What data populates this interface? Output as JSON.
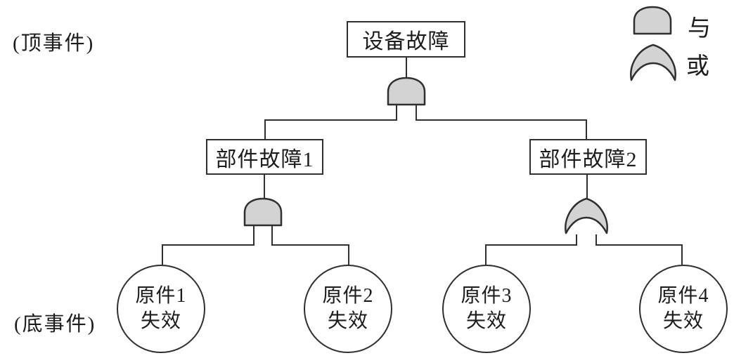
{
  "labels": {
    "top_event": "(顶事件)",
    "bottom_event": "(底事件)"
  },
  "tree": {
    "top_node": {
      "label": "设备故障",
      "gate": "and"
    },
    "mid_nodes": [
      {
        "label": "部件故障1",
        "gate": "and"
      },
      {
        "label": "部件故障2",
        "gate": "or"
      }
    ],
    "basic_events": [
      {
        "line1": "原件1",
        "line2": "失效"
      },
      {
        "line1": "原件2",
        "line2": "失效"
      },
      {
        "line1": "原件3",
        "line2": "失效"
      },
      {
        "line1": "原件4",
        "line2": "失效"
      }
    ]
  },
  "legend": {
    "and_label": "与",
    "or_label": "或"
  },
  "colors": {
    "gate_fill": "#d3d3d3",
    "line": "#2f2f2f",
    "background": "#ffffff"
  }
}
